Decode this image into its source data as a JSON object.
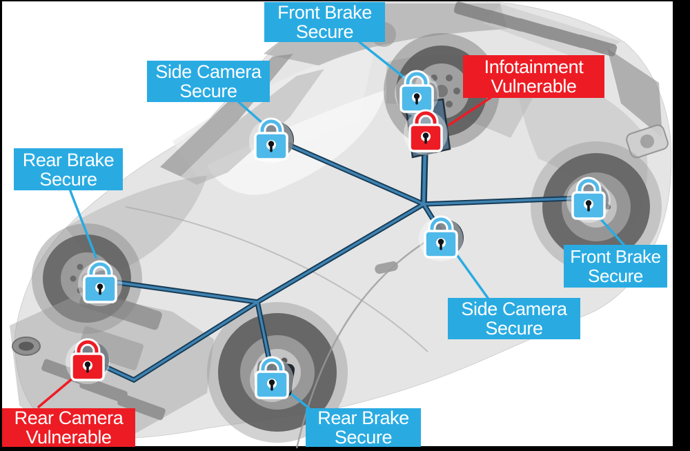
{
  "colors": {
    "secure": "#29ABE2",
    "vulnerable": "#ED1C24",
    "lock-blue": "#4FB9E9",
    "lock-red": "#ED1C24",
    "network-dark": "#173B55",
    "network-light": "#3F83B2",
    "leader-blue": "#29ABE2",
    "leader-red": "#ED1C24",
    "frame": "#000000",
    "background": "#FFFFFF"
  },
  "labels": {
    "front_brake_top": {
      "line1": "Front Brake",
      "line2": "Secure",
      "status": "secure"
    },
    "side_camera_top": {
      "line1": "Side Camera",
      "line2": "Secure",
      "status": "secure"
    },
    "infotainment": {
      "line1": "Infotainment",
      "line2": "Vulnerable",
      "status": "vulnerable"
    },
    "rear_brake_left": {
      "line1": "Rear Brake",
      "line2": "Secure",
      "status": "secure"
    },
    "front_brake_right": {
      "line1": "Front Brake",
      "line2": "Secure",
      "status": "secure"
    },
    "side_camera_right": {
      "line1": "Side Camera",
      "line2": "Secure",
      "status": "secure"
    },
    "rear_camera": {
      "line1": "Rear Camera",
      "line2": "Vulnerable",
      "status": "vulnerable"
    },
    "rear_brake_bottom": {
      "line1": "Rear Brake",
      "line2": "Secure",
      "status": "secure"
    }
  },
  "components": [
    {
      "component": "Front Brake (front-left wheel)",
      "status": "Secure"
    },
    {
      "component": "Side Camera (left)",
      "status": "Secure"
    },
    {
      "component": "Infotainment",
      "status": "Vulnerable"
    },
    {
      "component": "Rear Brake (rear-left wheel)",
      "status": "Secure"
    },
    {
      "component": "Front Brake (front-right wheel)",
      "status": "Secure"
    },
    {
      "component": "Side Camera (right)",
      "status": "Secure"
    },
    {
      "component": "Rear Camera",
      "status": "Vulnerable"
    },
    {
      "component": "Rear Brake (rear-right wheel)",
      "status": "Secure"
    }
  ]
}
